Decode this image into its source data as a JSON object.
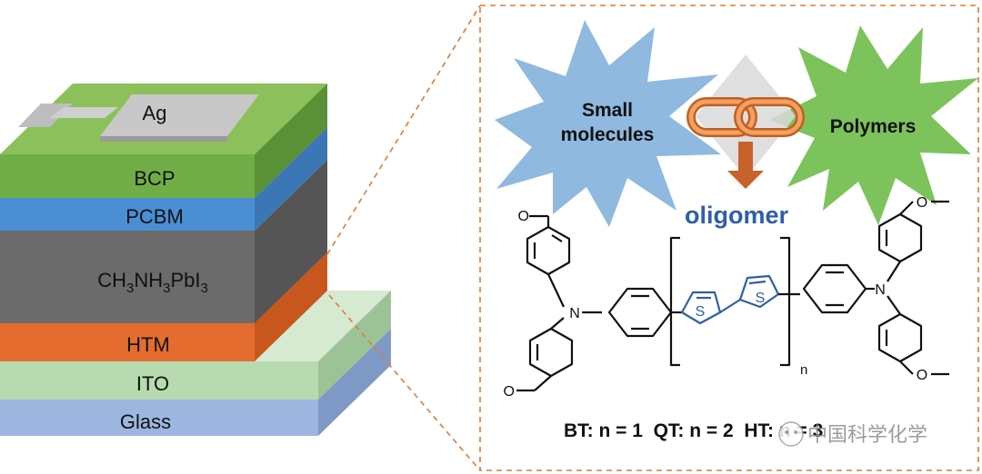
{
  "device_stack": {
    "electrode": "Ag",
    "layers": [
      {
        "label": "BCP",
        "color": "#70ad47"
      },
      {
        "label": "PCBM",
        "color": "#4a8fd4"
      },
      {
        "label_parts": [
          {
            "t": "CH",
            "sub": false
          },
          {
            "t": "3",
            "sub": true
          },
          {
            "t": "NH",
            "sub": false
          },
          {
            "t": "3",
            "sub": true
          },
          {
            "t": "PbI",
            "sub": false
          },
          {
            "t": "3",
            "sub": true
          }
        ],
        "color": "#6b6b6b"
      },
      {
        "label": "HTM",
        "color": "#e46c2e"
      },
      {
        "label": "ITO",
        "color": "#b7dbaf"
      },
      {
        "label": "Glass",
        "color": "#9db6e0"
      }
    ]
  },
  "concept": {
    "small_molecules": [
      "Small",
      "molecules"
    ],
    "polymers": "Polymers",
    "oligomer": "oligomer",
    "colors": {
      "small_burst": "#8fb9df",
      "polymer_burst": "#7cc35c",
      "link": "#e07a33",
      "oligomer_text": "#2e5fa8",
      "border": "#e07a33"
    }
  },
  "structure": {
    "atoms": {
      "sulfur": "S",
      "nitrogen": "N",
      "oxygen": "O"
    },
    "repeat_subscript": "n"
  },
  "footer_text": "BT: n = 1  QT: n = 2  HT: n = 3",
  "watermark_text": "中国科学化学"
}
